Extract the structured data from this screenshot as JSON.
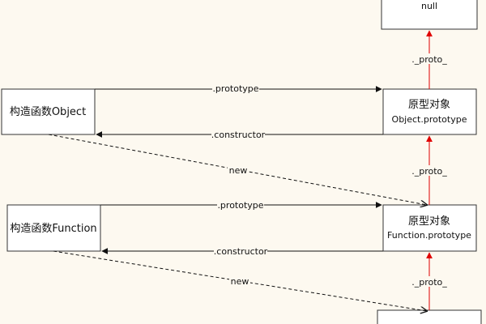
{
  "nodes": {
    "null_box": {
      "label": "null"
    },
    "object_ctor": {
      "label": "构造函数Object"
    },
    "object_proto": {
      "title": "原型对象",
      "subtitle": "Object.prototype"
    },
    "function_ctor": {
      "label": "构造函数Function"
    },
    "function_proto": {
      "title": "原型对象",
      "subtitle": "Function.prototype"
    },
    "bottom_box": {
      "label": ""
    }
  },
  "edges": {
    "object_prototype": ".prototype",
    "object_constructor": ".constructor",
    "object_new": "new",
    "function_prototype": ".prototype",
    "function_constructor": ".constructor",
    "function_new": "new",
    "proto_top": "._proto_",
    "proto_middle": "._proto_",
    "proto_bottom": "._proto_"
  },
  "colors": {
    "background": "#FDF9F0",
    "proto_arrow": "#E00000",
    "line": "#111111"
  }
}
